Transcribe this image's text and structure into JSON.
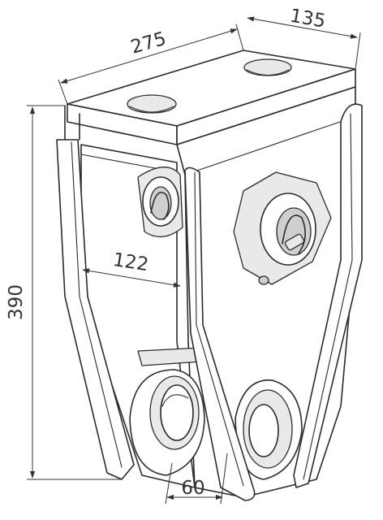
{
  "drawing": {
    "subject": "bracket-isometric",
    "dimensions": {
      "length": "275",
      "depth": "135",
      "height": "390",
      "inner_width": "122",
      "gap": "60"
    }
  }
}
